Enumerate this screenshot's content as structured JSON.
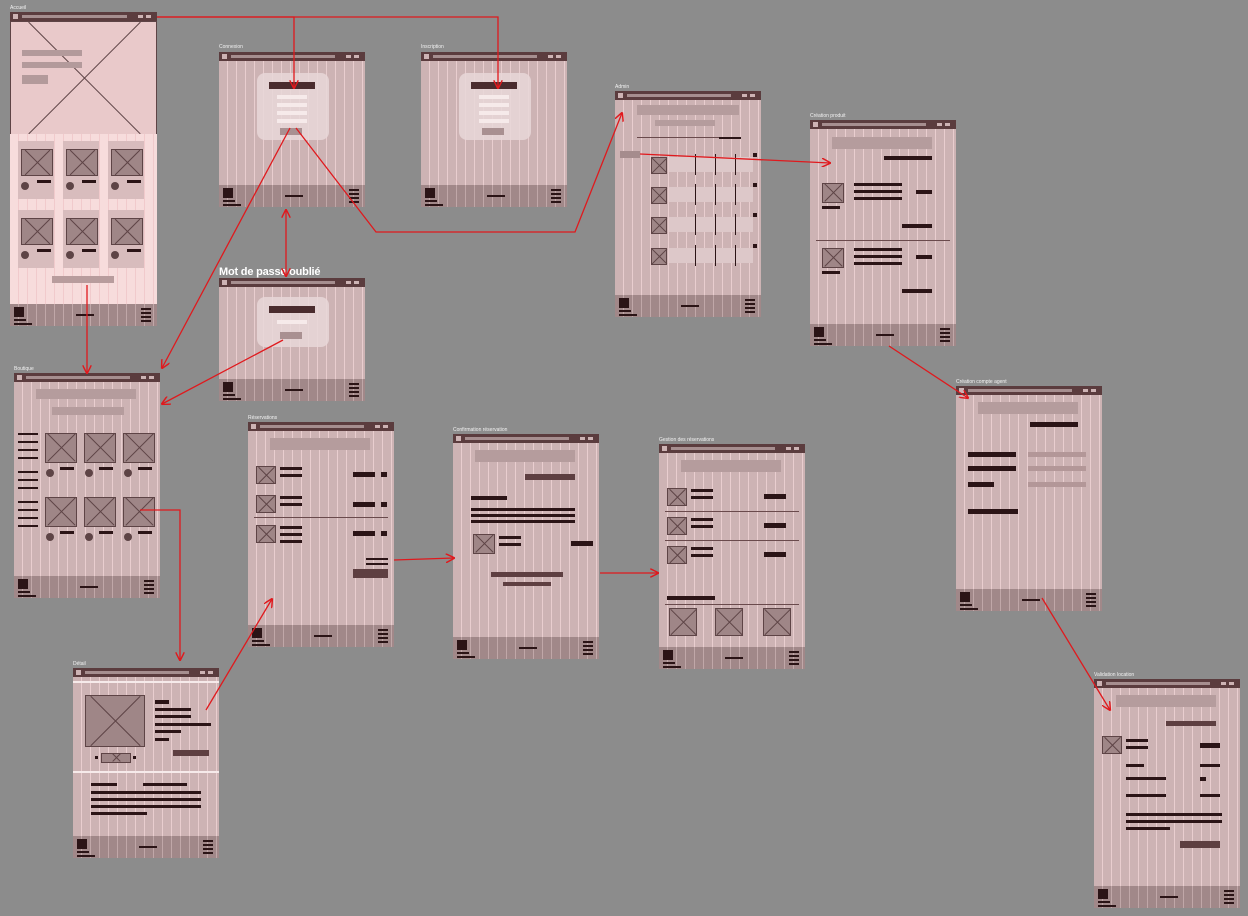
{
  "colors": {
    "background": "#8c8c8c",
    "frame": "#cdb3b4",
    "frame_dark": "#5b3c3e",
    "connector": "#e0191d"
  },
  "frames": {
    "accueil": "Accueil",
    "connexion": "Connexion",
    "inscription": "Inscription",
    "mot_de_passe": "Mot de passe oublié",
    "admin": "Admin",
    "creation_produit": "Création produit",
    "boutique": "Boutique",
    "reservations": "Réservations",
    "confirmation": "Confirmation réservation",
    "gestion": "Gestion des réservations",
    "creation_compte": "Création compte agent",
    "detail": "Détail",
    "validation": "Validation location"
  }
}
